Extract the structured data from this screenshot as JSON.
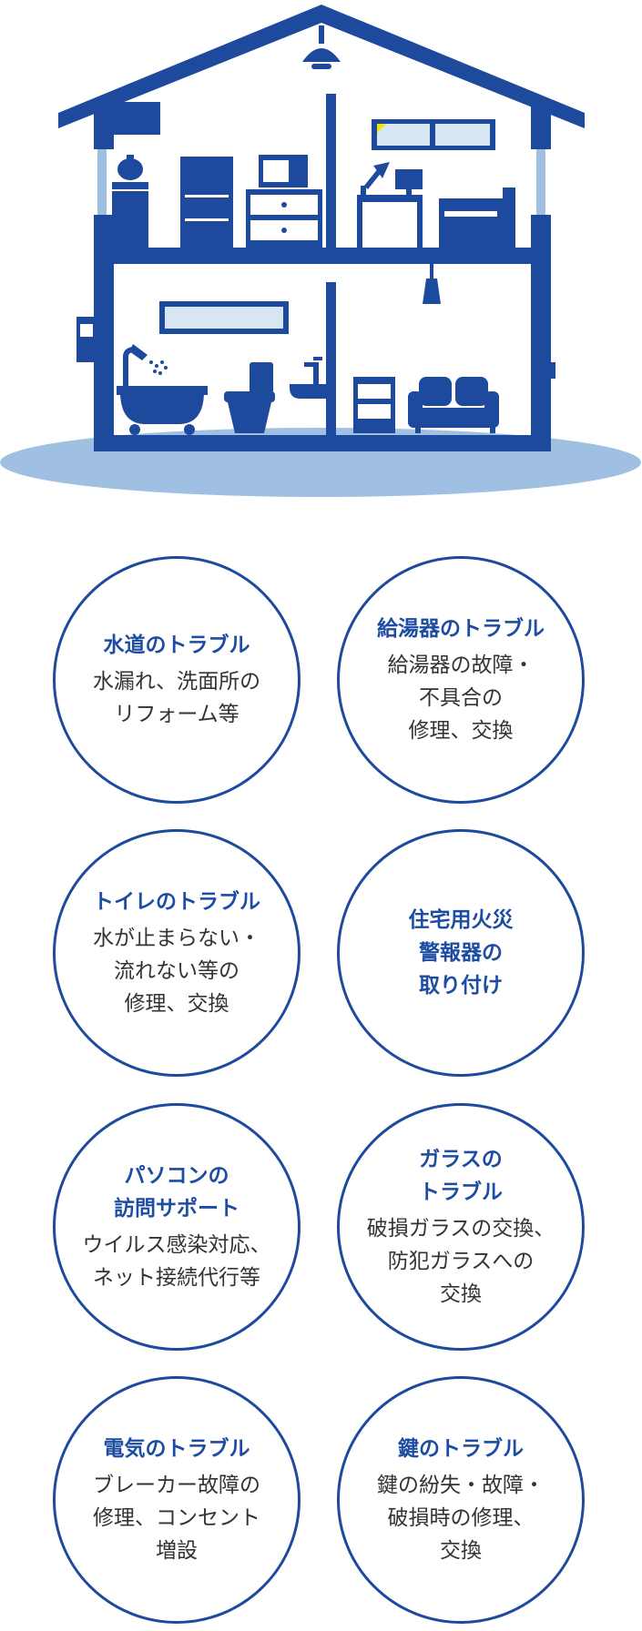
{
  "colors": {
    "brand_blue": "#1e4a9e",
    "light_blue": "#9fc0e2",
    "accent_yellow": "#f5e400",
    "body_text": "#333333"
  },
  "services": [
    {
      "name": "water",
      "title": "水道のトラブル",
      "body": "水漏れ、洗面所の\nリフォーム等"
    },
    {
      "name": "water-heater",
      "title": "給湯器のトラブル",
      "body": "給湯器の故障・\n不具合の\n修理、交換"
    },
    {
      "name": "toilet",
      "title": "トイレのトラブル",
      "body": "水が止まらない・\n流れない等の\n修理、交換"
    },
    {
      "name": "fire-alarm",
      "title": "住宅用火災\n警報器の\n取り付け",
      "body": ""
    },
    {
      "name": "pc-support",
      "title": "パソコンの\n訪問サポート",
      "body": "ウイルス感染対応、\nネット接続代行等"
    },
    {
      "name": "glass",
      "title": "ガラスの\nトラブル",
      "body": "破損ガラスの交換、\n防犯ガラスへの\n交換"
    },
    {
      "name": "electric",
      "title": "電気のトラブル",
      "body": "ブレーカー故障の\n修理、コンセント\n増設"
    },
    {
      "name": "key",
      "title": "鍵のトラブル",
      "body": "鍵の紛失・故障・\n破損時の修理、\n交換"
    }
  ]
}
